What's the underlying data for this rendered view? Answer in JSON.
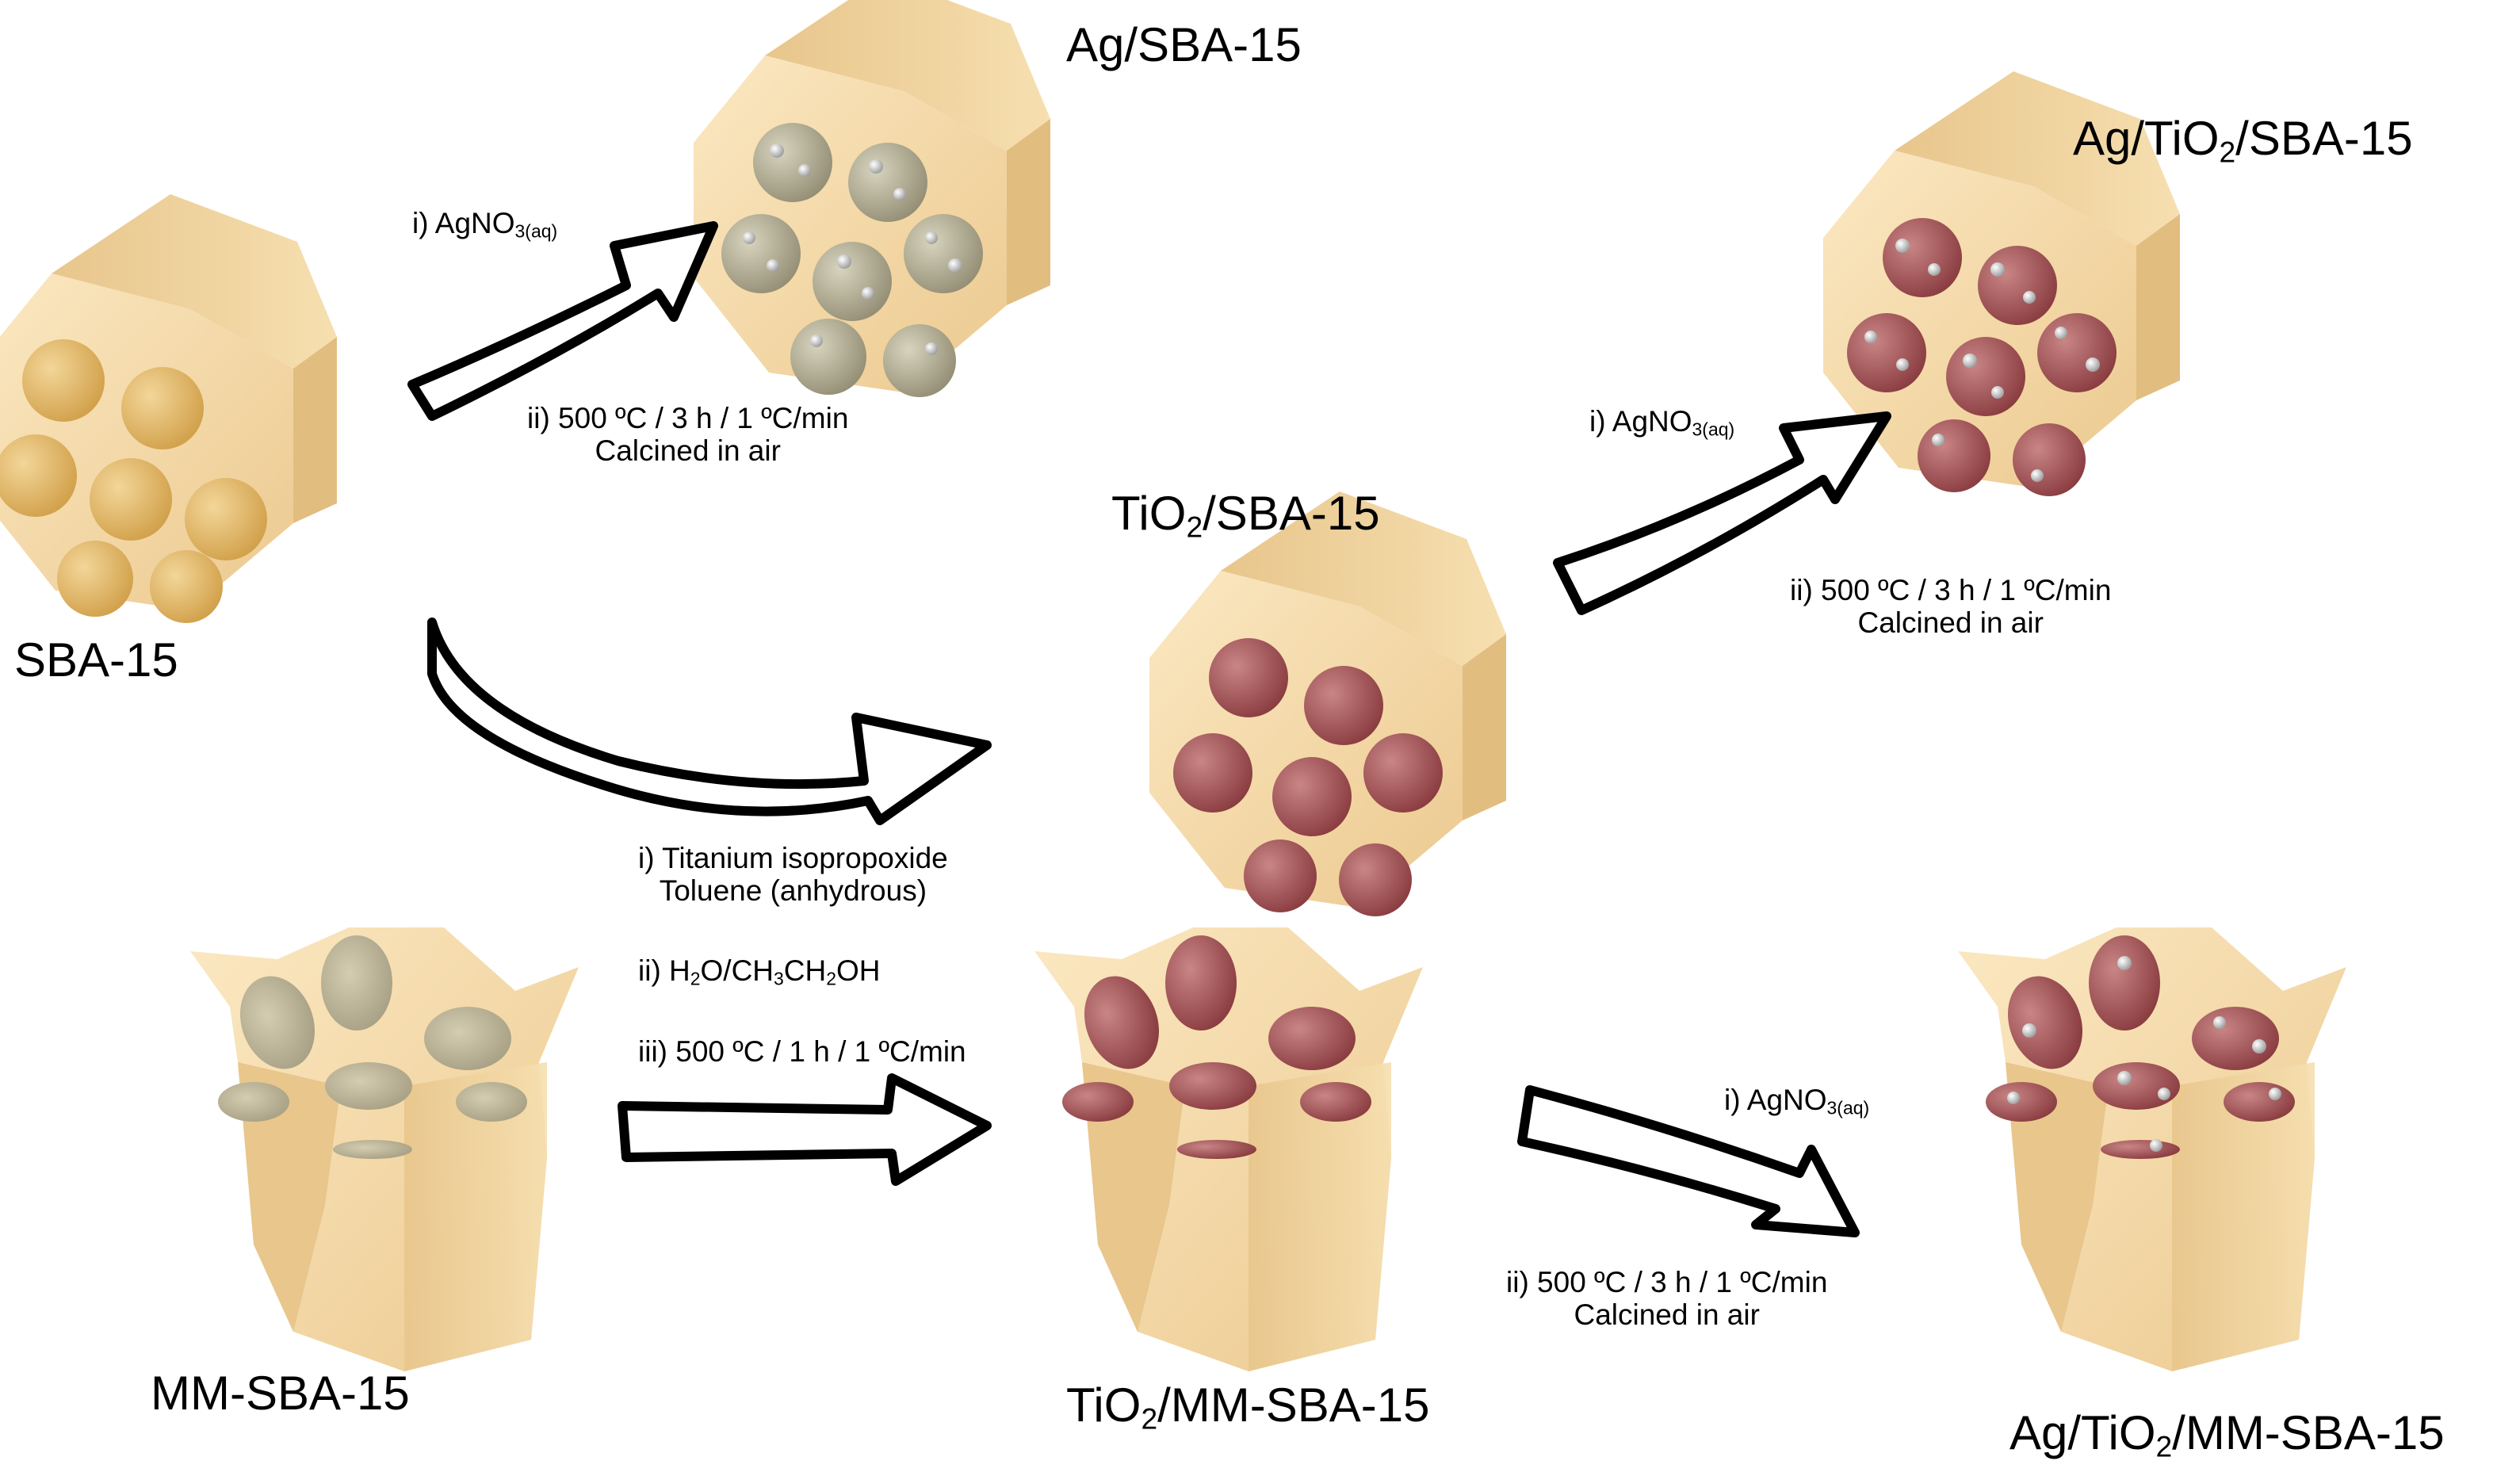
{
  "materials": {
    "sba15": "SBA-15",
    "ag_sba15": "Ag/SBA-15",
    "tio2_sba15": {
      "pre": "TiO",
      "sub": "2",
      "post": "/SBA-15"
    },
    "ag_tio2_sba15": {
      "pre": "Ag/TiO",
      "sub": "2",
      "post": "/SBA-15"
    },
    "mm_sba15": "MM-SBA-15",
    "tio2_mm_sba15": {
      "pre": "TiO",
      "sub": "2",
      "post": "/MM-SBA-15"
    },
    "ag_tio2_mm_sba15": {
      "pre": "Ag/TiO",
      "sub": "2",
      "post": "/MM-SBA-15"
    }
  },
  "steps": {
    "agno3": {
      "pre": "i) AgNO",
      "sub": "3(aq)"
    },
    "calcination_line1": "ii) 500 ºC / 3 h / 1 ºC/min",
    "calcination_line2": "Calcined in air",
    "ti_line1": "i) Titanium isopropoxide",
    "ti_line2": "Toluene (anhydrous)",
    "ti_step2": {
      "p1": "ii) H",
      "s1": "2",
      "p2": "O/CH",
      "s2": "3",
      "p3": "CH",
      "s3": "2",
      "p4": "OH"
    },
    "ti_step3": "iii) 500 ºC / 1 h / 1 ºC/min"
  },
  "colors": {
    "body": "#f3d9a8",
    "side_shade": "#e5c48c",
    "pore_empty": "#e6bb66",
    "pore_ag": "#b3ad92",
    "pore_tio2": "#a8575b",
    "pore_mm_empty": "#bfb89a",
    "ag_dot": "#e8e8e8"
  }
}
